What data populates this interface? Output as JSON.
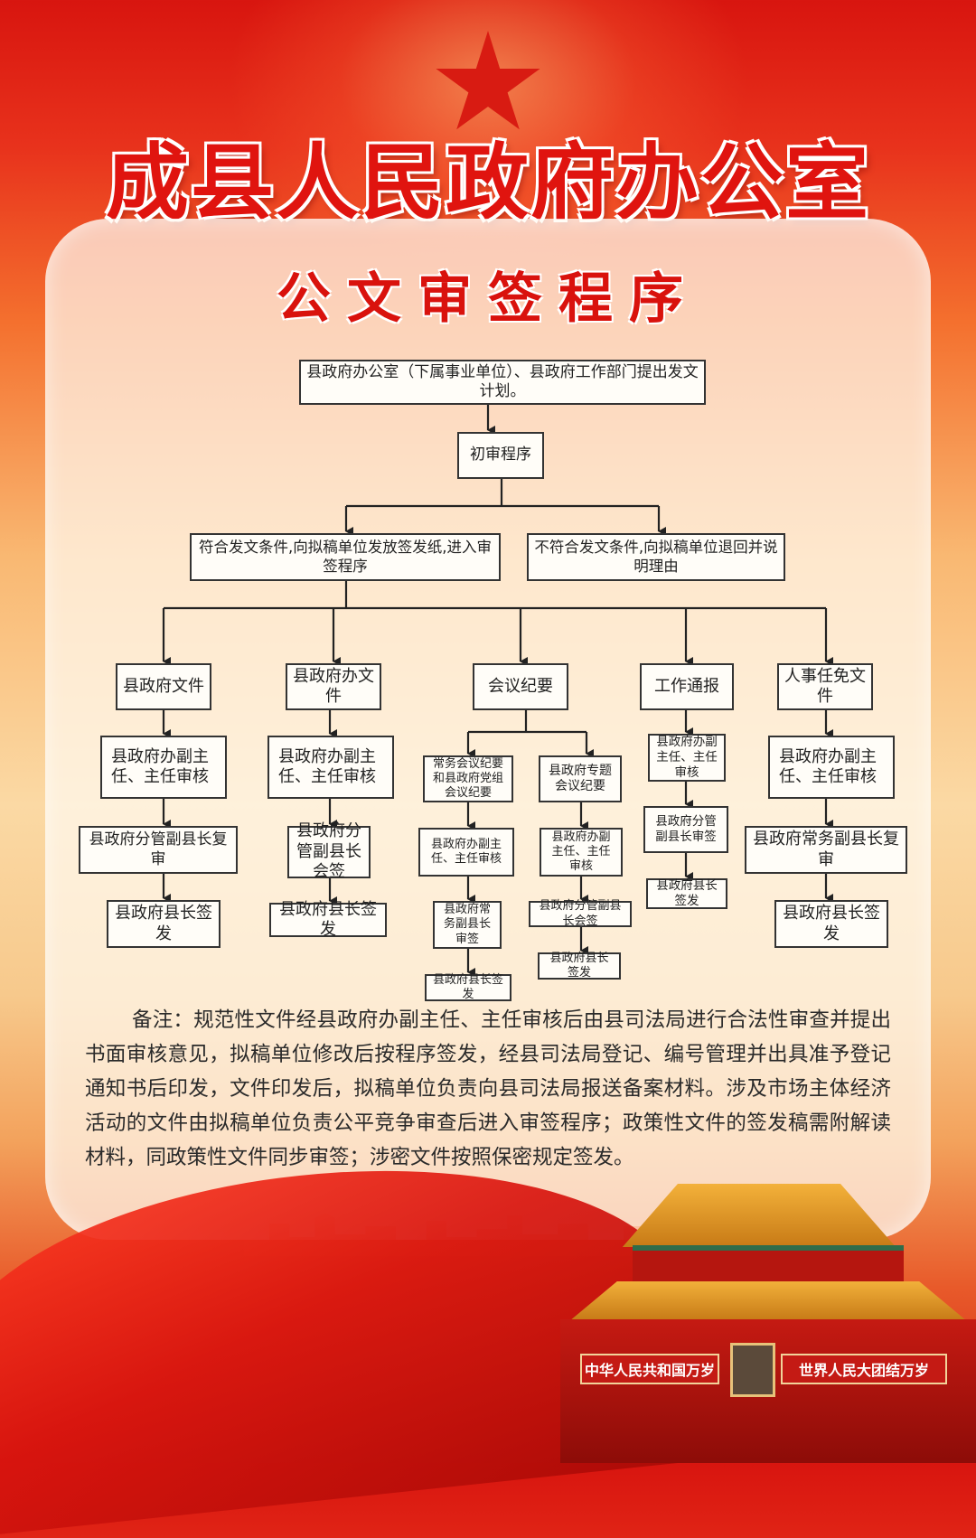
{
  "header": {
    "title": "成县人民政府办公室",
    "subtitle": "公文审签程序"
  },
  "flow": {
    "root": "县政府办公室（下属事业单位）、县政府工作部门提出发文计划。",
    "initial_review": "初审程序",
    "branch_yes": "符合发文条件,向拟稿单位发放签发纸,进入审签程序",
    "branch_no": "不符合发文条件,向拟稿单位退回并说明理由",
    "col1": {
      "head": "县政府文件",
      "step1": "县政府办副主任、主任审核",
      "step2": "县政府分管副县长复审",
      "step3": "县政府县长签发"
    },
    "col2": {
      "head": "县政府办文件",
      "step1": "县政府办副主任、主任审核",
      "step2": "县政府分管副县长会签",
      "step3": "县政府县长签发"
    },
    "col3": {
      "head": "会议纪要",
      "a_head": "常务会议纪要和县政府党组会议纪要",
      "a_step1": "县政府办副主任、主任审核",
      "a_step2": "县政府常务副县长审签",
      "a_step3": "县政府县长签发",
      "b_head": "县政府专题会议纪要",
      "b_step1": "县政府办副主任、主任审核",
      "b_step2": "县政府分管副县长会签",
      "b_step3": "县政府县长签发"
    },
    "col4": {
      "head": "工作通报",
      "step1": "县政府办副主任、主任审核",
      "step2": "县政府分管副县长审签",
      "step3": "县政府县长签发"
    },
    "col5": {
      "head": "人事任免文件",
      "step1": "县政府办副主任、主任审核",
      "step2": "县政府常务副县长复审",
      "step3": "县政府县长签发"
    }
  },
  "note": "备注：规范性文件经县政府办副主任、主任审核后由县司法局进行合法性审查并提出书面审核意见，拟稿单位修改后按程序签发，经县司法局登记、编号管理并出具准予登记通知书后印发，文件印发后，拟稿单位负责向县司法局报送备案材料。涉及市场主体经济活动的文件由拟稿单位负责公平竞争审查后进入审签程序；政策性文件的签发稿需附解读材料，同政策性文件同步审签；涉密文件按照保密规定签发。",
  "gate": {
    "plaque_left": "中华人民共和国万岁",
    "plaque_right": "世界人民大团结万岁"
  },
  "colors": {
    "title_red": "#e0140f",
    "subtitle_red": "#d9120d",
    "line": "#222222",
    "box_border": "#333333"
  }
}
